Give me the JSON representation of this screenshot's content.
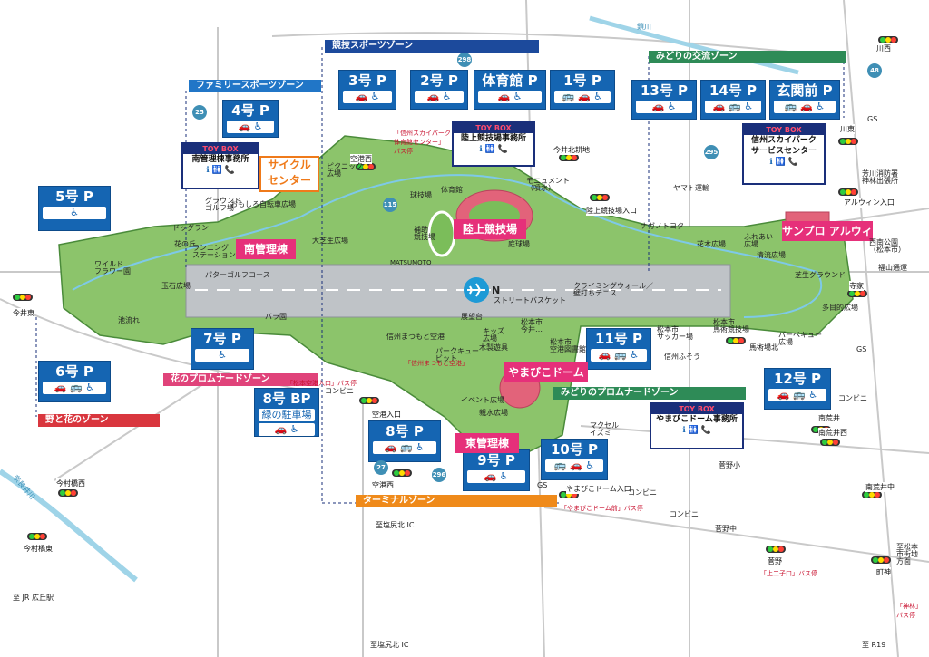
{
  "zones": {
    "kyogi": "競技スポーツゾーン",
    "midori_koryu": "みどりの交流ゾーン",
    "family": "ファミリースポーツゾーン",
    "hana": "花のプロムナードゾーン",
    "noto_hana": "野と花のゾーン",
    "midori_promenade": "みどりのプロムナードゾーン",
    "terminal": "ターミナルゾーン"
  },
  "parking": [
    {
      "id": "p4",
      "name": "4号 P",
      "icons": "🚗 ♿"
    },
    {
      "id": "p3",
      "name": "3号 P",
      "icons": "🚗 ♿"
    },
    {
      "id": "p2",
      "name": "2号 P",
      "icons": "🚗 ♿"
    },
    {
      "id": "ptai",
      "name": "体育館 P",
      "icons": "🚗 ♿"
    },
    {
      "id": "p1",
      "name": "1号 P",
      "icons": "🚌 🚗 ♿"
    },
    {
      "id": "p13",
      "name": "13号 P",
      "icons": "🚗 ♿"
    },
    {
      "id": "p14",
      "name": "14号 P",
      "icons": "🚗 🚌 ♿"
    },
    {
      "id": "pgen",
      "name": "玄関前 P",
      "icons": "🚌 🚗 ♿"
    },
    {
      "id": "p5",
      "name": "5号 P",
      "icons": "♿"
    },
    {
      "id": "p6",
      "name": "6号 P",
      "icons": "🚗 🚌 ♿"
    },
    {
      "id": "p7",
      "name": "7号 P",
      "icons": "♿"
    },
    {
      "id": "p8",
      "name": "8号 BP",
      "sub": "緑の駐車場",
      "icons": "🚗 ♿"
    },
    {
      "id": "p11",
      "name": "11号 P",
      "icons": "🚗 🚌 ♿"
    },
    {
      "id": "p12",
      "name": "12号 P",
      "icons": "🚗 🚌 ♿"
    },
    {
      "id": "p8b",
      "name": "8号 P",
      "icons": "🚗 🚌 ♿"
    },
    {
      "id": "p9",
      "name": "9号 P",
      "icons": "🚗 ♿"
    },
    {
      "id": "p10",
      "name": "10号 P",
      "icons": "🚌 🚗 ♿"
    }
  ],
  "facilities": {
    "cycle_center": "サイクル\nセンター",
    "minami_kanri": "南管理棟",
    "rikujo": "陸上競技場",
    "alwin": "サンプロ アルウィン",
    "dome": "やまびこドーム",
    "higashi_kanri": "東管理棟"
  },
  "toybox": {
    "label": "TOY BOX",
    "minami": "南管理棟事務所",
    "rikujo": "陸上競技場事務所",
    "service": "信州スカイパーク\nサービスセンター",
    "dome": "やまびこドーム事務所",
    "icons": "ℹ 🚻 📞"
  },
  "signals": [
    {
      "id": "s_kawanishi",
      "label": "川西"
    },
    {
      "id": "s_kawahigashi",
      "label": "川東"
    },
    {
      "id": "s_imai",
      "label": "今井東"
    },
    {
      "id": "s_imaikitahigashi",
      "label": "今井北耕地"
    },
    {
      "id": "s_rikujo_iri",
      "label": "陸上競技場入口"
    },
    {
      "id": "s_alwin_iri",
      "label": "アルウィン入口"
    },
    {
      "id": "s_kukohigashi",
      "label": "空港西"
    },
    {
      "id": "s_terayado",
      "label": "寺家"
    },
    {
      "id": "s_babasho",
      "label": "馬術場北"
    },
    {
      "id": "s_kukoiri",
      "label": "空港入口"
    },
    {
      "id": "s_kukonishi2",
      "label": "空港西"
    },
    {
      "id": "s_dome_iri",
      "label": "やまびこドーム入口"
    },
    {
      "id": "s_minamiaraii",
      "label": "南荒井"
    },
    {
      "id": "s_minamiaraiinishi",
      "label": "南荒井西"
    },
    {
      "id": "s_minamiaraiinaka",
      "label": "南荒井中"
    },
    {
      "id": "s_imamura_nishi",
      "label": "今村橋西"
    },
    {
      "id": "s_imamura_higashi",
      "label": "今村橋東"
    },
    {
      "id": "s_sugano",
      "label": "菅野"
    },
    {
      "id": "s_machigami",
      "label": "町神"
    }
  ],
  "labels": {
    "runway": "パターゴルフコース",
    "matsumoto": "MATSUMOTO",
    "north": "N",
    "street_basket": "ストリートバスケット",
    "climbing": "クライミングウォール／\n壁打ちテニス",
    "wild_flower": "ワイルド\nフラワー園",
    "gyokusho": "玉石広場",
    "ikenagare": "池流れ",
    "bara": "バラ園",
    "tenbodai": "展望台",
    "shinshu_kuko": "信州まつもと空港",
    "event": "イベント広場",
    "family_garden": "おもしろ自転車広場",
    "taishiba": "大芝生広場",
    "dog_run": "ドッグラン",
    "hanano_oka": "花の丘",
    "ground_golf": "グラウンド\nゴルフ場",
    "running_station": "ランニング\nステーション",
    "picnic": "ピクニック\n広場",
    "kyugijo": "球技場",
    "taiikukan": "体育館",
    "hojo": "補助\n競技場",
    "teikyujo": "庭球場",
    "monument": "モニュメント\n（噴水）",
    "yamato": "ヤマト運輸",
    "nagano_toyota": "ナガノトヨタ",
    "hanagi": "花木広場",
    "fureai": "ふれあい\n広場",
    "seiryu": "清流広場",
    "shibafu_ground": "芝生グラウンド",
    "tamokuteki": "多目的広場",
    "barbecue": "バーベキュー\n広場",
    "nishi_minami_koen": "西南公園\n（松本市）",
    "fukuyama": "福山通運",
    "gs1": "GS",
    "gs2": "GS",
    "gs3": "GS",
    "conv1": "コンビニ",
    "conv2": "コンビニ",
    "conv3": "コンビニ",
    "conv4": "コンビニ",
    "sugano_sho": "菅野小",
    "sugano_chu": "菅野中",
    "maxell": "マクセル\nイズミ",
    "shinshu_sky_bus": "「信州スカイパーク\n体育館センター」\nバス停",
    "kuko_bus": "「松本空港入口」バス停",
    "dome_bus": "「やまびこドーム前」バス停",
    "kaminijikoku_bus": "「上二子口」バス停",
    "kanbayashi_bus": "「神林」\nバス停",
    "to_jr": "至 JR 広丘駅",
    "to_shiojiri": "至塩尻北 IC",
    "to_shiojiri2": "至塩尻北 IC",
    "to_r19": "至 R19",
    "to_matsumoto": "至松本\n市街地\n方面",
    "naraigawa": "奈良井川",
    "ikkawa": "鎖川",
    "yoshikawa_fire": "芳川消防署\n神林出張所",
    "baba_field": "松本市\n馬術競技場",
    "soccer": "松本市\nサッカー場",
    "kyodo_hall": "松本市\n空港図書館",
    "hosokawa": "松本市\n今井…",
    "sansui": "木製遊具",
    "kouennai": "キッズ\n広場",
    "pakukyu": "パークキュー\nビット",
    "suiro_hiroba": "親水広場",
    "shin_kouen": "信州ふそう",
    "kuko_bldg": "「信州まつもと空港」"
  },
  "routes": [
    "25",
    "115",
    "298",
    "48",
    "295",
    "296",
    "27"
  ]
}
